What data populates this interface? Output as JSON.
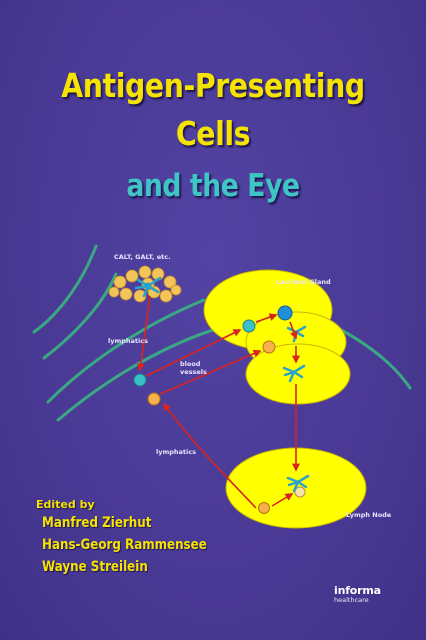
{
  "title": {
    "line1": "Antigen-Presenting",
    "line2": "Cells",
    "line3": "and the Eye"
  },
  "diagram": {
    "labels": {
      "calt": "CALT, GALT, etc.",
      "lacrimal": "Lacrimal Gland",
      "lymphatics1": "lymphatics",
      "blood1": "blood",
      "blood2": "vessels",
      "lymphatics2": "lymphatics",
      "lymph_node": "Lymph Node"
    }
  },
  "editors": {
    "edited_by": "Edited by",
    "names": [
      "Manfred Zierhut",
      "Hans-Georg Rammensee",
      "Wayne Streilein"
    ]
  },
  "publisher": {
    "name": "informa",
    "sub": "healthcare"
  },
  "colors": {
    "background": "#4a3a96",
    "title_yellow": "#f5e400",
    "title_teal": "#3fc5c5",
    "gland_yellow": "#ffff00",
    "arrow_red": "#d8231f",
    "vessel_green": "#3aa882"
  }
}
